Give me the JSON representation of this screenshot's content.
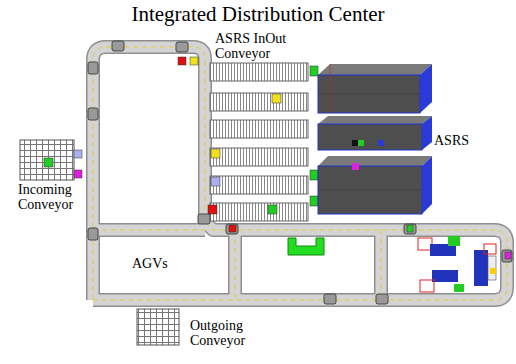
{
  "diagram": {
    "title": "Integrated Distribution Center",
    "labels": [
      "ASRS InOut Conveyor",
      "ASRS",
      "Incoming Conveyor",
      "AGVs",
      "Outgoing Conveyor"
    ]
  }
}
